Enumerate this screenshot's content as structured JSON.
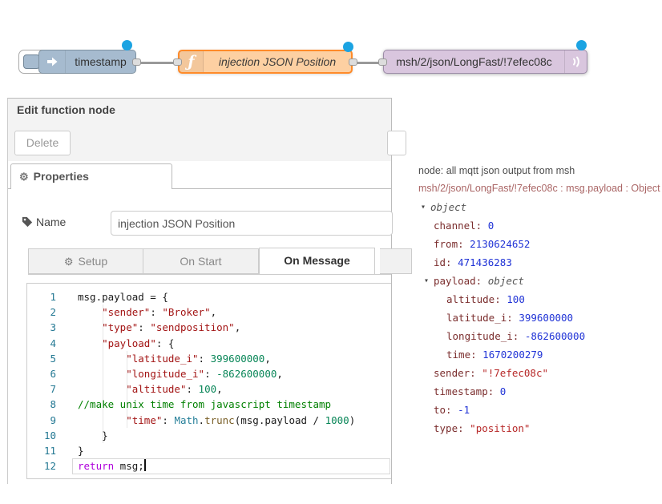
{
  "flow": {
    "nodes": [
      {
        "label": "timestamp",
        "type": "inject"
      },
      {
        "label": "injection JSON Position",
        "type": "function"
      },
      {
        "label": "msh/2/json/LongFast/!7efec08c",
        "type": "mqtt out"
      }
    ]
  },
  "dialog": {
    "title": "Edit function node",
    "delete_label": "Delete",
    "properties_tab": "Properties",
    "name_label": "Name",
    "name_value": "injection JSON Position",
    "tabs": [
      {
        "label": "Setup",
        "active": false
      },
      {
        "label": "On Start",
        "active": false
      },
      {
        "label": "On Message",
        "active": true
      }
    ]
  },
  "editor": {
    "lines": [
      {
        "num": "1",
        "tokens": [
          [
            "msg.payload = {",
            "plain"
          ]
        ]
      },
      {
        "num": "2",
        "tokens": [
          [
            "    ",
            "plain"
          ],
          [
            "\"sender\"",
            "str"
          ],
          [
            ": ",
            "plain"
          ],
          [
            "\"Broker\"",
            "str"
          ],
          [
            ",",
            "plain"
          ]
        ]
      },
      {
        "num": "3",
        "tokens": [
          [
            "    ",
            "plain"
          ],
          [
            "\"type\"",
            "str"
          ],
          [
            ": ",
            "plain"
          ],
          [
            "\"sendposition\"",
            "str"
          ],
          [
            ",",
            "plain"
          ]
        ]
      },
      {
        "num": "4",
        "tokens": [
          [
            "    ",
            "plain"
          ],
          [
            "\"payload\"",
            "str"
          ],
          [
            ": {",
            "plain"
          ]
        ]
      },
      {
        "num": "5",
        "tokens": [
          [
            "        ",
            "plain"
          ],
          [
            "\"latitude_i\"",
            "str"
          ],
          [
            ": ",
            "plain"
          ],
          [
            "399600000",
            "num"
          ],
          [
            ",",
            "plain"
          ]
        ]
      },
      {
        "num": "6",
        "tokens": [
          [
            "        ",
            "plain"
          ],
          [
            "\"longitude_i\"",
            "str"
          ],
          [
            ": ",
            "plain"
          ],
          [
            "-862600000",
            "num"
          ],
          [
            ",",
            "plain"
          ]
        ]
      },
      {
        "num": "7",
        "tokens": [
          [
            "        ",
            "plain"
          ],
          [
            "\"altitude\"",
            "str"
          ],
          [
            ": ",
            "plain"
          ],
          [
            "100",
            "num"
          ],
          [
            ",",
            "plain"
          ]
        ]
      },
      {
        "num": "8",
        "tokens": [
          [
            "//make unix time from javascript timestamp",
            "com"
          ]
        ]
      },
      {
        "num": "9",
        "tokens": [
          [
            "        ",
            "plain"
          ],
          [
            "\"time\"",
            "str"
          ],
          [
            ": ",
            "plain"
          ],
          [
            "Math",
            "type"
          ],
          [
            ".",
            "plain"
          ],
          [
            "trunc",
            "fn"
          ],
          [
            "(msg.payload / ",
            "plain"
          ],
          [
            "1000",
            "num"
          ],
          [
            ")",
            "plain"
          ]
        ]
      },
      {
        "num": "10",
        "tokens": [
          [
            "    }",
            "plain"
          ]
        ]
      },
      {
        "num": "11",
        "tokens": [
          [
            "}",
            "plain"
          ]
        ]
      },
      {
        "num": "12",
        "tokens": [
          [
            "return",
            "kw"
          ],
          [
            " msg;",
            "plain"
          ]
        ],
        "cursor": true
      }
    ]
  },
  "debug": {
    "node_line": "node: all mqtt json output from msh",
    "meta_line": "msh/2/json/LongFast/!7efec08c : msg.payload : Object",
    "rows": [
      {
        "level": 0,
        "expandable": true,
        "key": "object",
        "keyItalic": true
      },
      {
        "level": 1,
        "key": "channel",
        "value": "0",
        "type": "number"
      },
      {
        "level": 1,
        "key": "from",
        "value": "2130624652",
        "type": "number"
      },
      {
        "level": 1,
        "key": "id",
        "value": "471436283",
        "type": "number"
      },
      {
        "level": 1,
        "expandable": true,
        "key": "payload",
        "value": "object",
        "type": "objtype"
      },
      {
        "level": 2,
        "key": "altitude",
        "value": "100",
        "type": "number"
      },
      {
        "level": 2,
        "key": "latitude_i",
        "value": "399600000",
        "type": "number"
      },
      {
        "level": 2,
        "key": "longitude_i",
        "value": "-862600000",
        "type": "number"
      },
      {
        "level": 2,
        "key": "time",
        "value": "1670200279",
        "type": "number"
      },
      {
        "level": 1,
        "key": "sender",
        "value": "\"!7efec08c\"",
        "type": "string"
      },
      {
        "level": 1,
        "key": "timestamp",
        "value": "0",
        "type": "number"
      },
      {
        "level": 1,
        "key": "to",
        "value": "-1",
        "type": "number"
      },
      {
        "level": 1,
        "key": "type",
        "value": "\"position\"",
        "type": "string"
      }
    ]
  },
  "icons": {
    "gear": "⚙",
    "expander": "▾",
    "function_glyph": "ƒ"
  },
  "colors": {
    "inject_fill": "#a6bbcf",
    "function_fill": "#fdd0a2",
    "function_border": "#ff8b2a",
    "mqtt_fill": "#d9c6de",
    "changed_dot": "#1ba3e2",
    "string_token": "#a31515",
    "number_token": "#098658",
    "comment_token": "#008000",
    "keyword_token": "#af00db",
    "debug_key": "#7b2e2e",
    "debug_number": "#2033d6",
    "debug_string": "#b72828",
    "debug_meta": "#aa6666"
  }
}
